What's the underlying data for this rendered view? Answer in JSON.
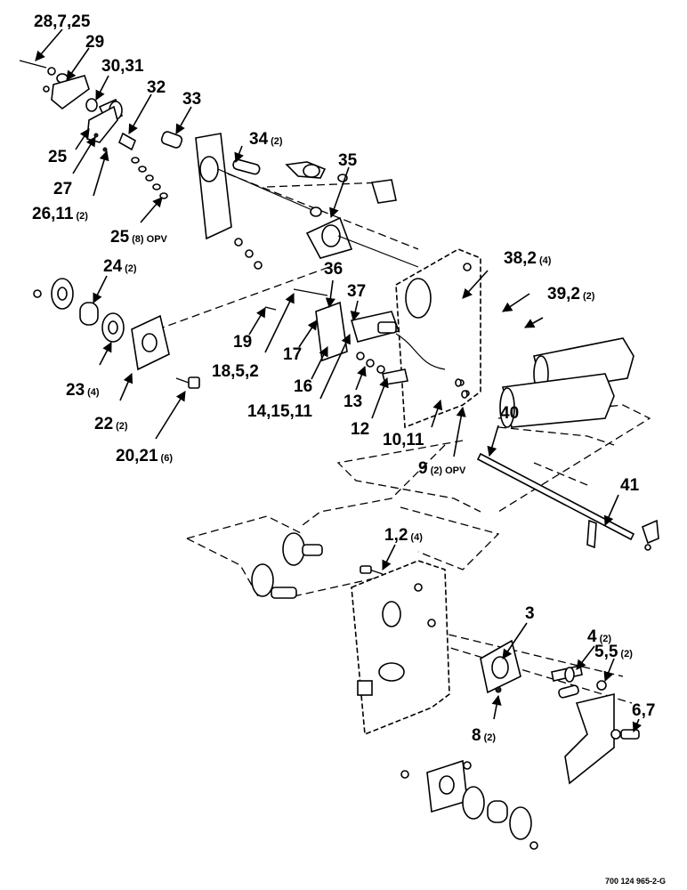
{
  "figure_code": "700 124 965-2-G",
  "callouts": [
    {
      "id": "c28",
      "num": "28,7,25",
      "qty": ""
    },
    {
      "id": "c29",
      "num": "29",
      "qty": ""
    },
    {
      "id": "c30",
      "num": "30,31",
      "qty": ""
    },
    {
      "id": "c32",
      "num": "32",
      "qty": ""
    },
    {
      "id": "c33",
      "num": "33",
      "qty": ""
    },
    {
      "id": "c34",
      "num": "34",
      "qty": "(2)"
    },
    {
      "id": "c35",
      "num": "35",
      "qty": ""
    },
    {
      "id": "c25a",
      "num": "25",
      "qty": ""
    },
    {
      "id": "c27",
      "num": "27",
      "qty": ""
    },
    {
      "id": "c26",
      "num": "26,11",
      "qty": "(2)"
    },
    {
      "id": "c25b",
      "num": "25",
      "qty": "(8) OPV"
    },
    {
      "id": "c24",
      "num": "24",
      "qty": "(2)"
    },
    {
      "id": "c36",
      "num": "36",
      "qty": ""
    },
    {
      "id": "c37",
      "num": "37",
      "qty": ""
    },
    {
      "id": "c38",
      "num": "38,2",
      "qty": "(4)"
    },
    {
      "id": "c39",
      "num": "39,2",
      "qty": "(2)"
    },
    {
      "id": "c19",
      "num": "19",
      "qty": ""
    },
    {
      "id": "c18",
      "num": "18,5,2",
      "qty": ""
    },
    {
      "id": "c17",
      "num": "17",
      "qty": ""
    },
    {
      "id": "c16",
      "num": "16",
      "qty": ""
    },
    {
      "id": "c23",
      "num": "23",
      "qty": "(4)"
    },
    {
      "id": "c22",
      "num": "22",
      "qty": "(2)"
    },
    {
      "id": "c14",
      "num": "14,15,11",
      "qty": ""
    },
    {
      "id": "c13",
      "num": "13",
      "qty": ""
    },
    {
      "id": "c12",
      "num": "12",
      "qty": ""
    },
    {
      "id": "c10",
      "num": "10,11",
      "qty": ""
    },
    {
      "id": "c40",
      "num": "40",
      "qty": ""
    },
    {
      "id": "c20",
      "num": "20,21",
      "qty": "(6)"
    },
    {
      "id": "c9",
      "num": "9",
      "qty": "(2) OPV"
    },
    {
      "id": "c41",
      "num": "41",
      "qty": ""
    },
    {
      "id": "c1",
      "num": "1,2",
      "qty": "(4)"
    },
    {
      "id": "c3",
      "num": "3",
      "qty": ""
    },
    {
      "id": "c4",
      "num": "4",
      "qty": "(2)"
    },
    {
      "id": "c5",
      "num": "5,5",
      "qty": "(2)"
    },
    {
      "id": "c6",
      "num": "6,7",
      "qty": ""
    },
    {
      "id": "c8",
      "num": "8",
      "qty": "(2)"
    }
  ]
}
